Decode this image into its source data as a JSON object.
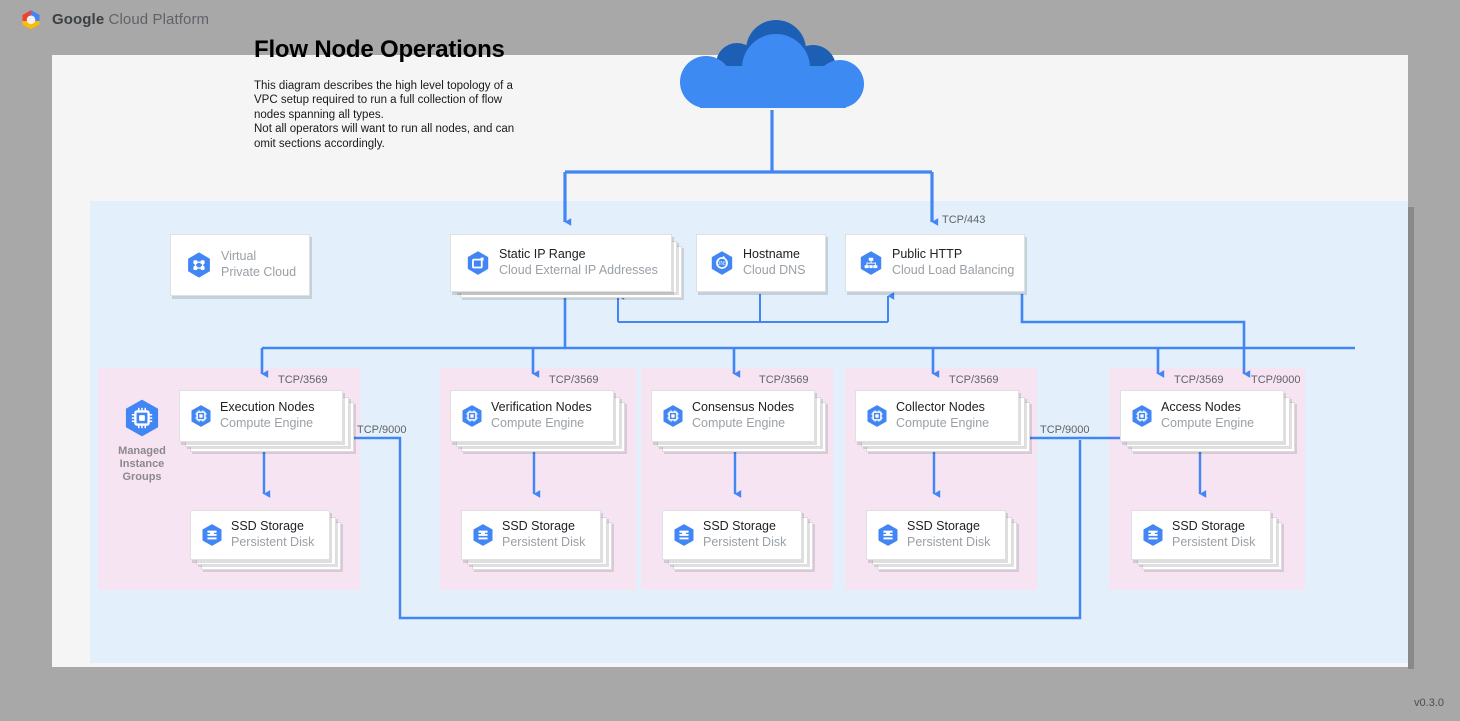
{
  "brand": {
    "word_bold": "Google",
    "word_rest": " Cloud Platform",
    "logo_icon": "google-cloud-hexagon-logo"
  },
  "header": {
    "title": "Flow Node Operations",
    "description_line1": "This diagram describes the high level topology of a",
    "description_line2": "VPC setup required to run a full collection of flow",
    "description_line3": "nodes spanning all types.",
    "description_line4": "Not all operators will want to run all nodes, and can",
    "description_line5": "omit sections accordingly."
  },
  "footer": {
    "version": "v0.3.0"
  },
  "internet": {
    "icon": "cloud-icon",
    "label": ""
  },
  "colors": {
    "brand_blue": "#4285f4",
    "edge_blue": "#4285f4",
    "vpc_panel": "#e3f0fb",
    "group_panel": "#f7e4f3",
    "canvas": "#f5f5f5",
    "page_background": "#a8a8a8",
    "muted_text": "#9aa0a6",
    "cloud_light": "#3d8bf2",
    "cloud_dark": "#1d5fb5"
  },
  "top_row": [
    {
      "title": "Virtual",
      "title2": "Private Cloud",
      "subtitle": "",
      "icon": "virtual-private-cloud-icon",
      "muted": true
    },
    {
      "title": "Static IP Range",
      "subtitle": "Cloud External IP Addresses",
      "icon": "cloud-external-ip-addresses-icon",
      "muted": false
    },
    {
      "title": "Hostname",
      "subtitle": "Cloud DNS",
      "icon": "cloud-dns-icon",
      "muted": false
    },
    {
      "title": "Public HTTP",
      "subtitle": "Cloud Load Balancing",
      "icon": "cloud-load-balancing-icon",
      "muted": false
    }
  ],
  "managed_instance_groups": {
    "icon": "compute-engine-icon",
    "label_line1": "Managed",
    "label_line2": "Instance",
    "label_line3": "Groups"
  },
  "node_groups": [
    {
      "name": "execution",
      "compute": {
        "title": "Execution Nodes",
        "subtitle": "Compute Engine",
        "icon": "compute-engine-icon"
      },
      "storage": {
        "title": "SSD Storage",
        "subtitle": "Persistent Disk",
        "icon": "persistent-disk-icon"
      }
    },
    {
      "name": "verification",
      "compute": {
        "title": "Verification Nodes",
        "subtitle": "Compute Engine",
        "icon": "compute-engine-icon"
      },
      "storage": {
        "title": "SSD Storage",
        "subtitle": "Persistent Disk",
        "icon": "persistent-disk-icon"
      }
    },
    {
      "name": "consensus",
      "compute": {
        "title": "Consensus Nodes",
        "subtitle": "Compute Engine",
        "icon": "compute-engine-icon"
      },
      "storage": {
        "title": "SSD Storage",
        "subtitle": "Persistent Disk",
        "icon": "persistent-disk-icon"
      }
    },
    {
      "name": "collector",
      "compute": {
        "title": "Collector Nodes",
        "subtitle": "Compute Engine",
        "icon": "compute-engine-icon"
      },
      "storage": {
        "title": "SSD Storage",
        "subtitle": "Persistent Disk",
        "icon": "persistent-disk-icon"
      }
    },
    {
      "name": "access",
      "compute": {
        "title": "Access Nodes",
        "subtitle": "Compute Engine",
        "icon": "compute-engine-icon"
      },
      "storage": {
        "title": "SSD Storage",
        "subtitle": "Persistent Disk",
        "icon": "persistent-disk-icon"
      }
    }
  ],
  "edge_labels": [
    {
      "id": "lb-443",
      "text": "TCP/443"
    },
    {
      "id": "execution-3569",
      "text": "TCP/3569"
    },
    {
      "id": "verification-3569",
      "text": "TCP/3569"
    },
    {
      "id": "consensus-3569",
      "text": "TCP/3569"
    },
    {
      "id": "collector-3569",
      "text": "TCP/3569"
    },
    {
      "id": "access-3569",
      "text": "TCP/3569"
    },
    {
      "id": "access-9000",
      "text": "TCP/9000"
    },
    {
      "id": "execution-9000",
      "text": "TCP/9000"
    },
    {
      "id": "collector-9000",
      "text": "TCP/9000"
    }
  ]
}
